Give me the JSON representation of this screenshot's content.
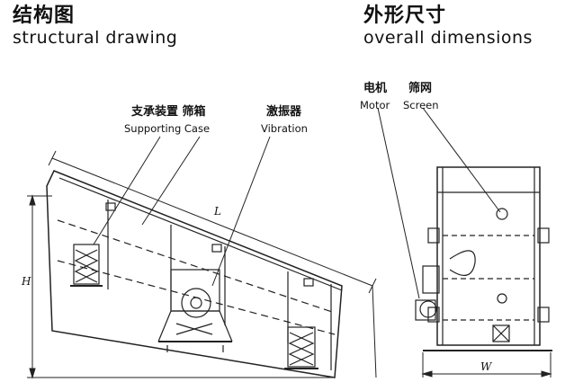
{
  "structural": {
    "title_zh": "结构图",
    "title_en": "structural drawing",
    "support_zh": "支承装置 筛箱",
    "support_en": "Supporting Case",
    "vibration_zh": "激振器",
    "vibration_en": "Vibration",
    "dim_L": "L",
    "dim_H": "H"
  },
  "overall": {
    "title_zh": "外形尺寸",
    "title_en": "overall dimensions",
    "motor_zh": "电机",
    "motor_en": "Motor",
    "screen_zh": "筛网",
    "screen_en": "Screen",
    "dim_W": "W"
  }
}
